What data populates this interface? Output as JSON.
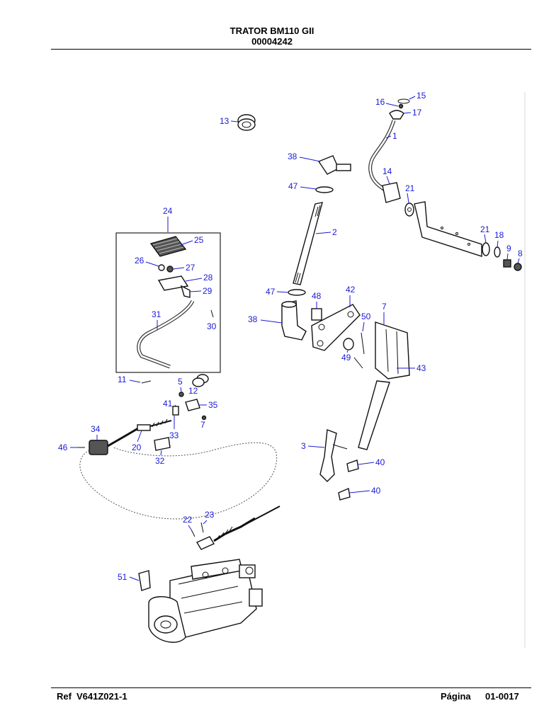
{
  "header": {
    "title": "TRATOR BM110 GII",
    "code": "00004242"
  },
  "footer": {
    "ref_label": "Ref",
    "ref_value": "V641Z021-1",
    "page_label": "Página",
    "page_value": "01-0017"
  },
  "callouts": [
    {
      "id": "c15",
      "text": "15"
    },
    {
      "id": "c16",
      "text": "16"
    },
    {
      "id": "c17",
      "text": "17"
    },
    {
      "id": "c1",
      "text": "1"
    },
    {
      "id": "c13",
      "text": "13"
    },
    {
      "id": "c38a",
      "text": "38"
    },
    {
      "id": "c14",
      "text": "14"
    },
    {
      "id": "c47a",
      "text": "47"
    },
    {
      "id": "c21a",
      "text": "21"
    },
    {
      "id": "c2",
      "text": "2"
    },
    {
      "id": "c24",
      "text": "24"
    },
    {
      "id": "c25",
      "text": "25"
    },
    {
      "id": "c21b",
      "text": "21"
    },
    {
      "id": "c18",
      "text": "18"
    },
    {
      "id": "c9",
      "text": "9"
    },
    {
      "id": "c8",
      "text": "8"
    },
    {
      "id": "c26",
      "text": "26"
    },
    {
      "id": "c27",
      "text": "27"
    },
    {
      "id": "c28",
      "text": "28"
    },
    {
      "id": "c29",
      "text": "29"
    },
    {
      "id": "c47b",
      "text": "47"
    },
    {
      "id": "c48",
      "text": "48"
    },
    {
      "id": "c42",
      "text": "42"
    },
    {
      "id": "c7a",
      "text": "7"
    },
    {
      "id": "c31",
      "text": "31"
    },
    {
      "id": "c38b",
      "text": "38"
    },
    {
      "id": "c50",
      "text": "50"
    },
    {
      "id": "c30",
      "text": "30"
    },
    {
      "id": "c49",
      "text": "49"
    },
    {
      "id": "c43",
      "text": "43"
    },
    {
      "id": "c11",
      "text": "11"
    },
    {
      "id": "c5",
      "text": "5"
    },
    {
      "id": "c12",
      "text": "12"
    },
    {
      "id": "c41",
      "text": "41"
    },
    {
      "id": "c35",
      "text": "35"
    },
    {
      "id": "c7b",
      "text": "7"
    },
    {
      "id": "c34",
      "text": "34"
    },
    {
      "id": "c33",
      "text": "33"
    },
    {
      "id": "c46",
      "text": "46"
    },
    {
      "id": "c20",
      "text": "20"
    },
    {
      "id": "c3",
      "text": "3"
    },
    {
      "id": "c32",
      "text": "32"
    },
    {
      "id": "c40a",
      "text": "40"
    },
    {
      "id": "c40b",
      "text": "40"
    },
    {
      "id": "c22",
      "text": "22"
    },
    {
      "id": "c23",
      "text": "23"
    },
    {
      "id": "c51",
      "text": "51"
    }
  ]
}
